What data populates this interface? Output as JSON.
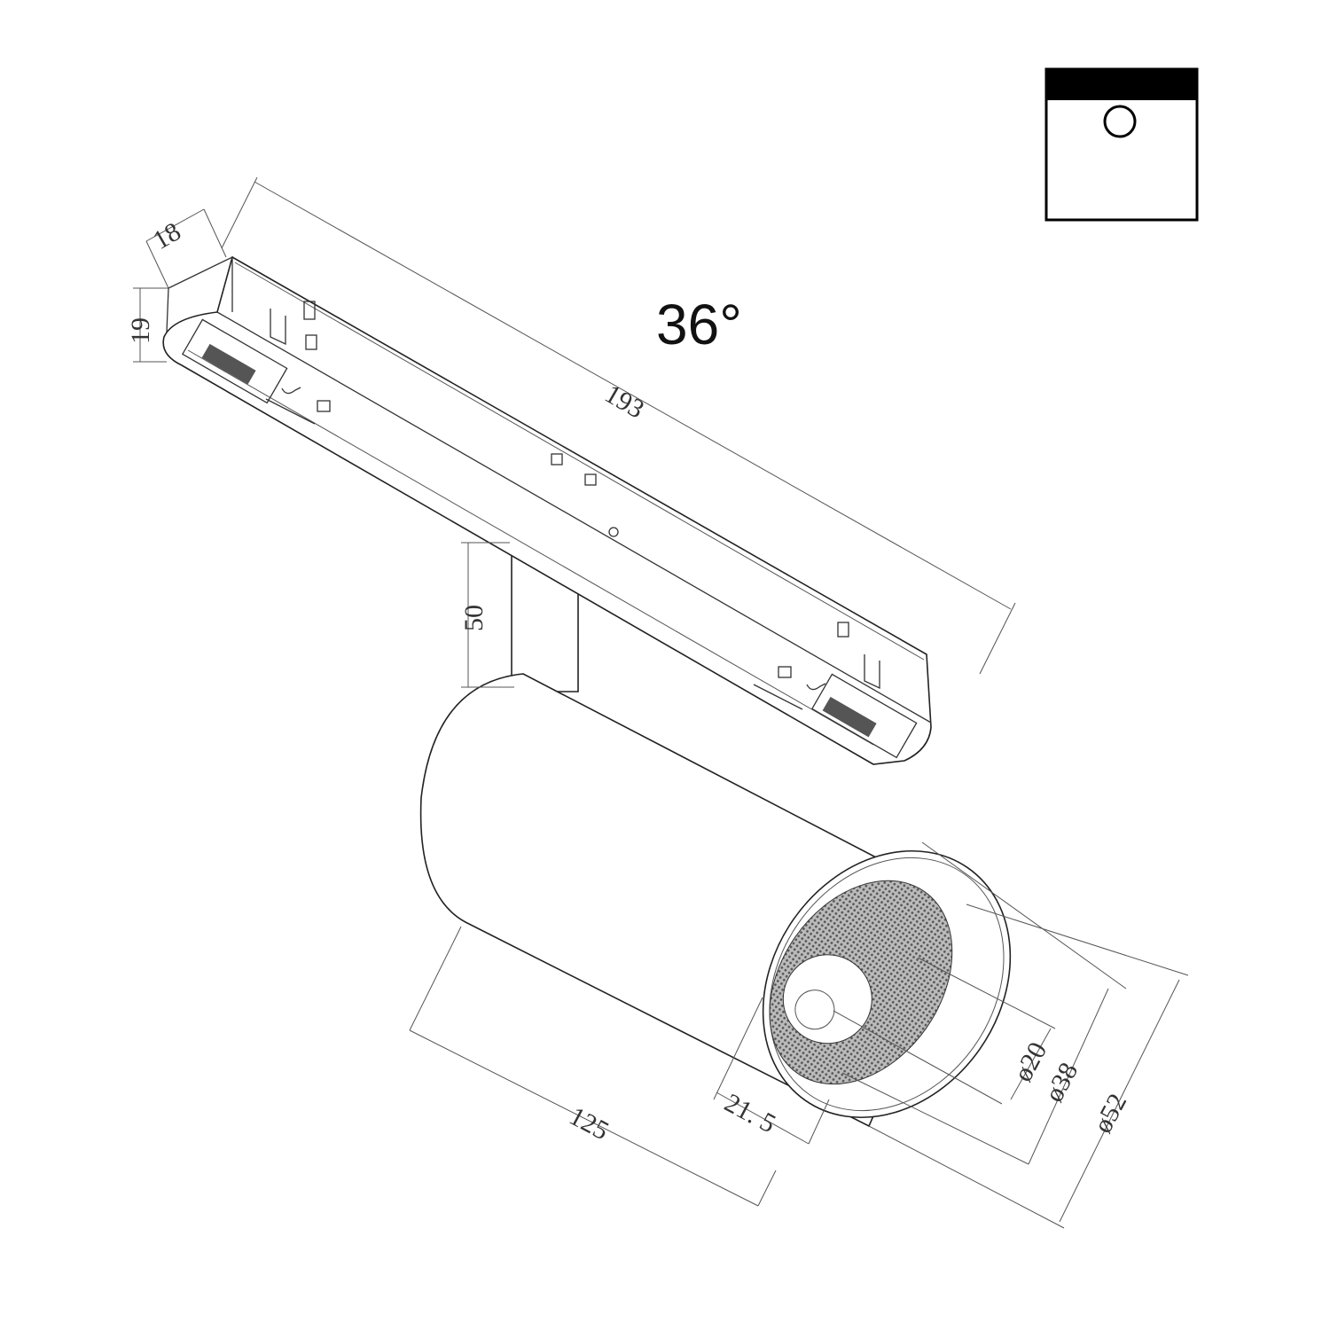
{
  "title": "Magnetic track spotlight dimension drawing",
  "beam_angle": "36°",
  "dimensions": {
    "rail_length": "193",
    "rail_width": "18",
    "rail_height": "19",
    "stem_height": "50",
    "body_length": "125",
    "recess_depth": "21. 5",
    "inner_diameter": "ø20",
    "reflector_diameter": "ø38",
    "body_diameter": "ø52"
  },
  "mount_icon": "surface-track-mount-icon",
  "colors": {
    "line": "#333333",
    "fill": "#ffffff",
    "icon_band": "#000000"
  }
}
